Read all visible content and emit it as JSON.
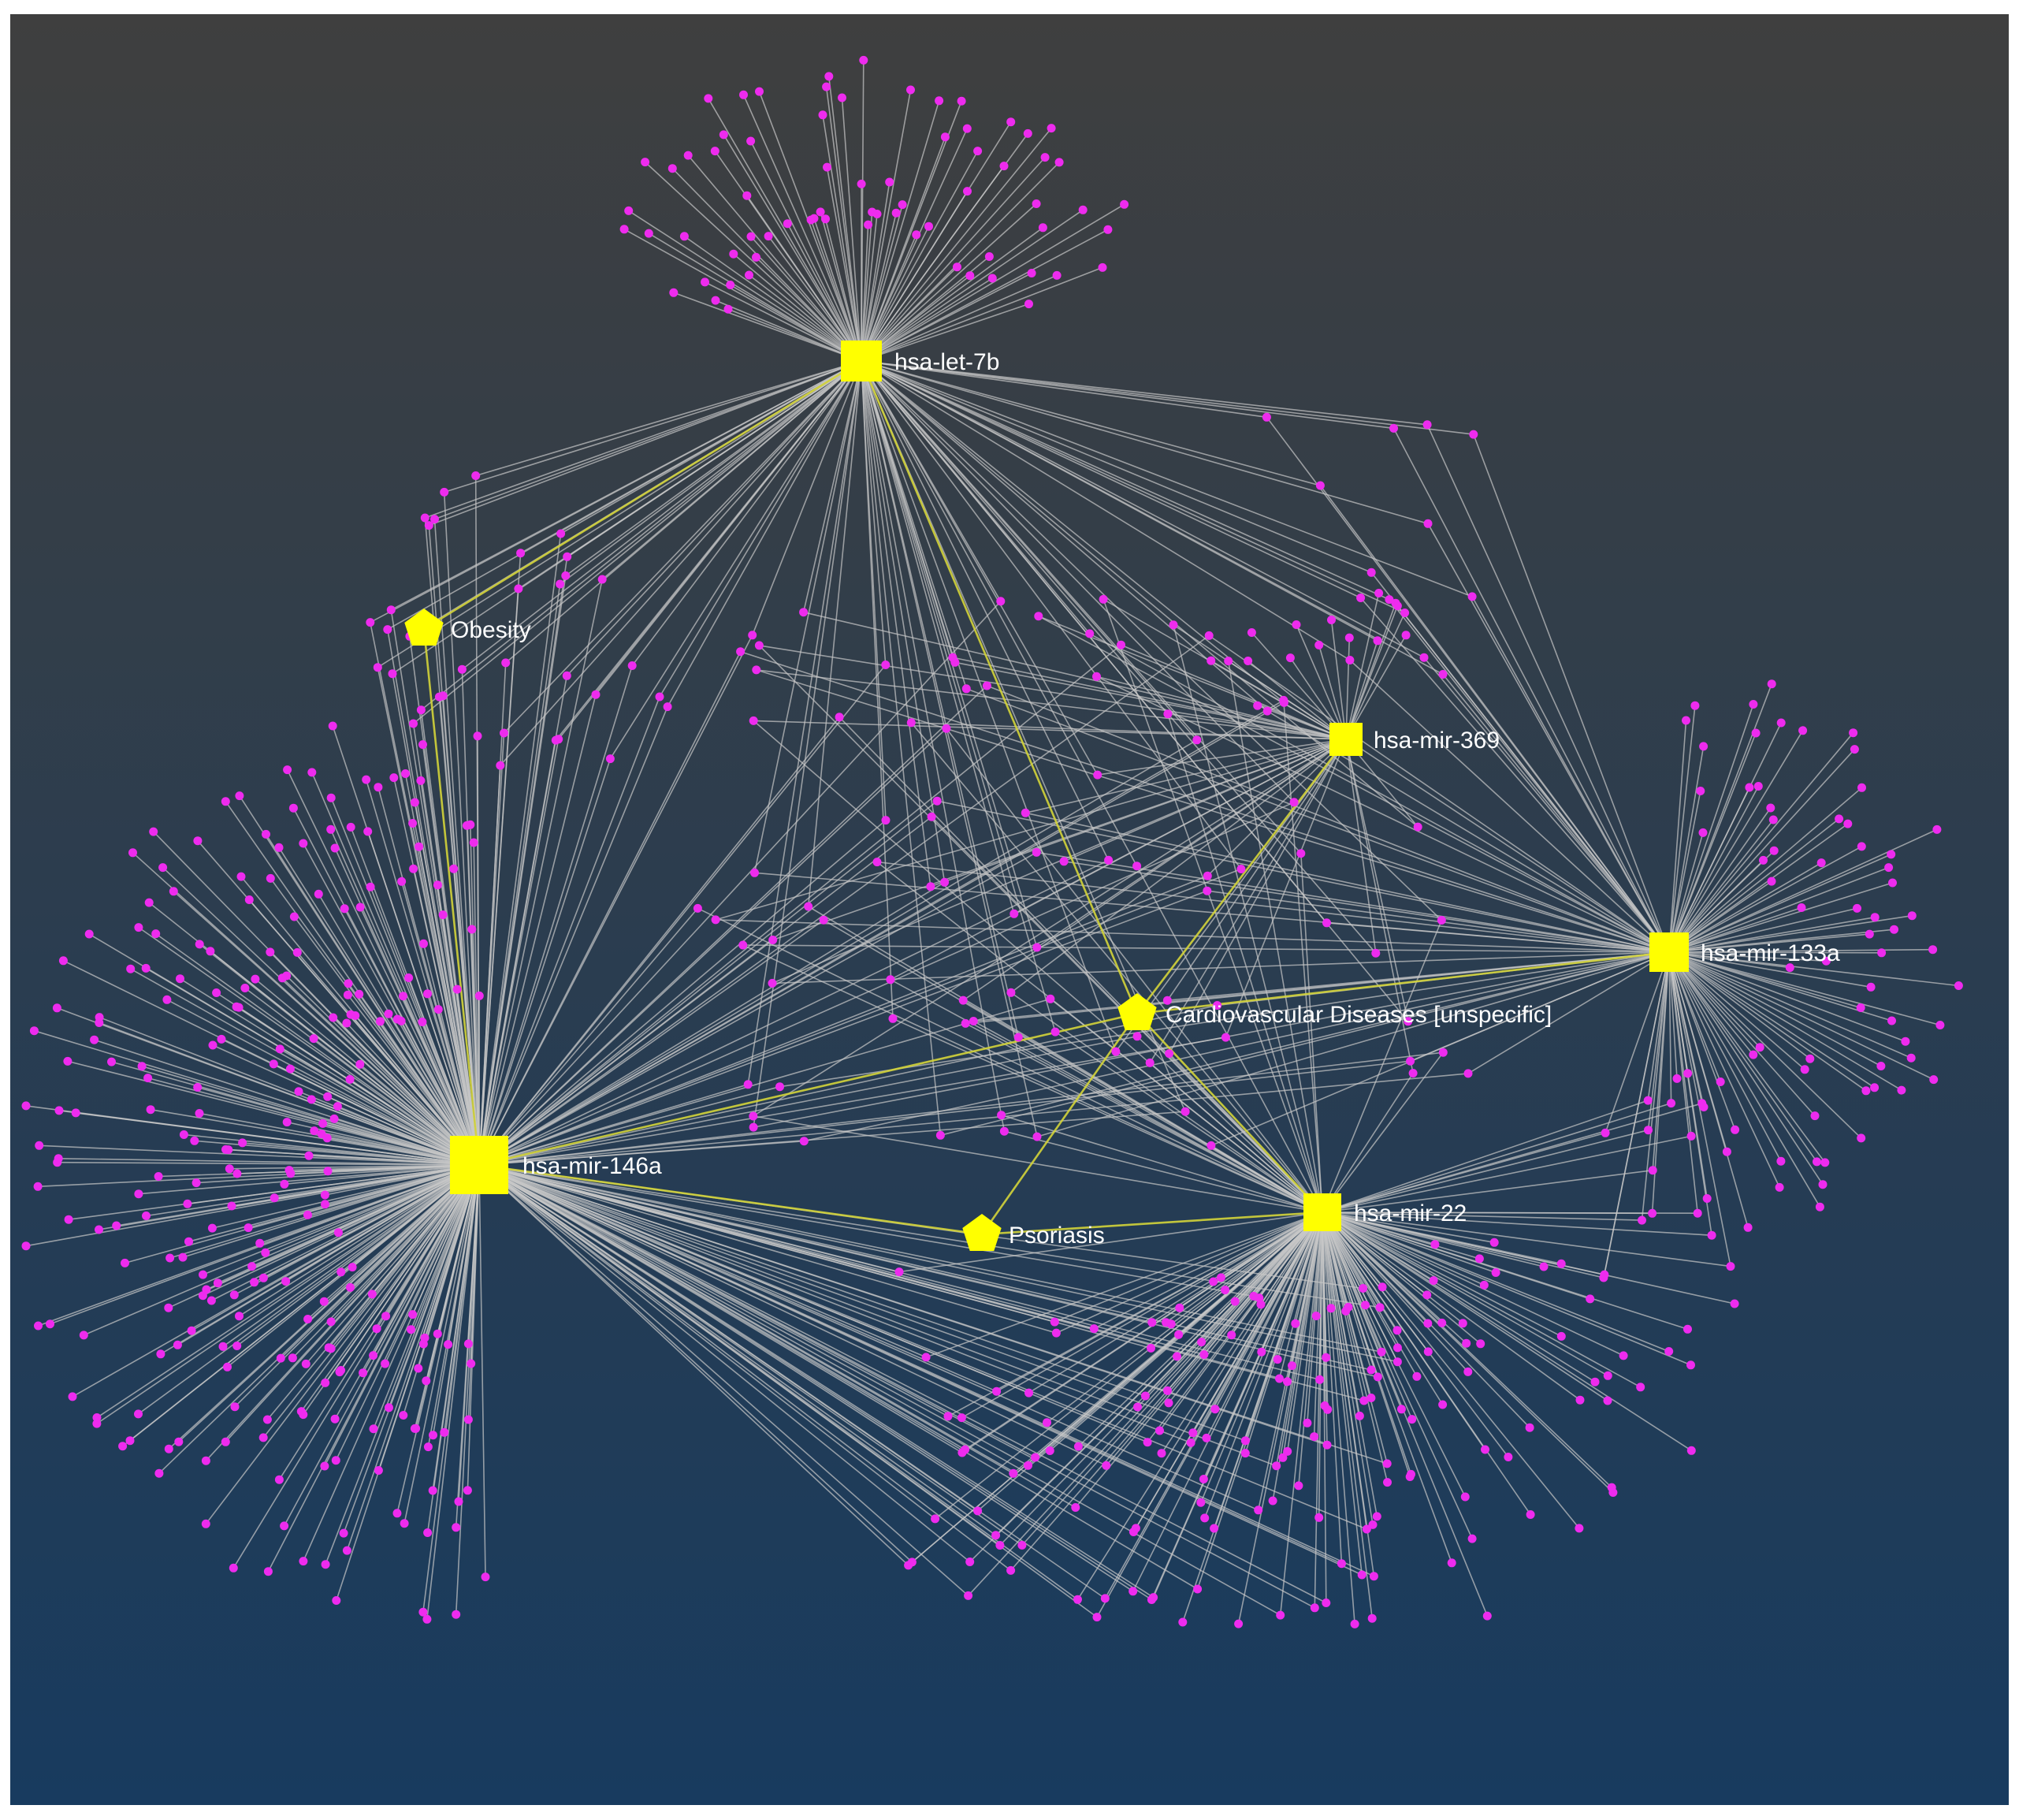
{
  "colors": {
    "background_top": "#3f3f3f",
    "background_bottom": "#183b5f",
    "hub_fill": "#ffff00",
    "leaf_fill": "#ee2bee",
    "edge_gray": "#c8c8c8",
    "edge_yellow": "#d4d43a",
    "label_color": "#ffffff"
  },
  "icons": {
    "mirna_hub": "yellow-square",
    "disease_hub": "yellow-pentagon",
    "target_node": "magenta-dot"
  },
  "hubs": [
    {
      "id": "let7b",
      "label": "hsa-let-7b",
      "kind": "mirna"
    },
    {
      "id": "mir146a",
      "label": "hsa-mir-146a",
      "kind": "mirna"
    },
    {
      "id": "mir369",
      "label": "hsa-mir-369",
      "kind": "mirna"
    },
    {
      "id": "mir133a",
      "label": "hsa-mir-133a",
      "kind": "mirna"
    },
    {
      "id": "mir22",
      "label": "hsa-mir-22",
      "kind": "mirna"
    },
    {
      "id": "obesity",
      "label": "Obesity",
      "kind": "disease"
    },
    {
      "id": "cvd",
      "label": "Cardiovascular Diseases [unspecific]",
      "kind": "disease"
    },
    {
      "id": "psoriasis",
      "label": "Psoriasis",
      "kind": "disease"
    }
  ],
  "disease_links": [
    [
      "obesity",
      "let7b"
    ],
    [
      "obesity",
      "mir146a"
    ],
    [
      "cvd",
      "let7b"
    ],
    [
      "cvd",
      "mir146a"
    ],
    [
      "cvd",
      "mir369"
    ],
    [
      "cvd",
      "mir133a"
    ],
    [
      "cvd",
      "mir22"
    ],
    [
      "psoriasis",
      "mir146a"
    ],
    [
      "psoriasis",
      "mir22"
    ],
    [
      "psoriasis",
      "cvd"
    ]
  ]
}
